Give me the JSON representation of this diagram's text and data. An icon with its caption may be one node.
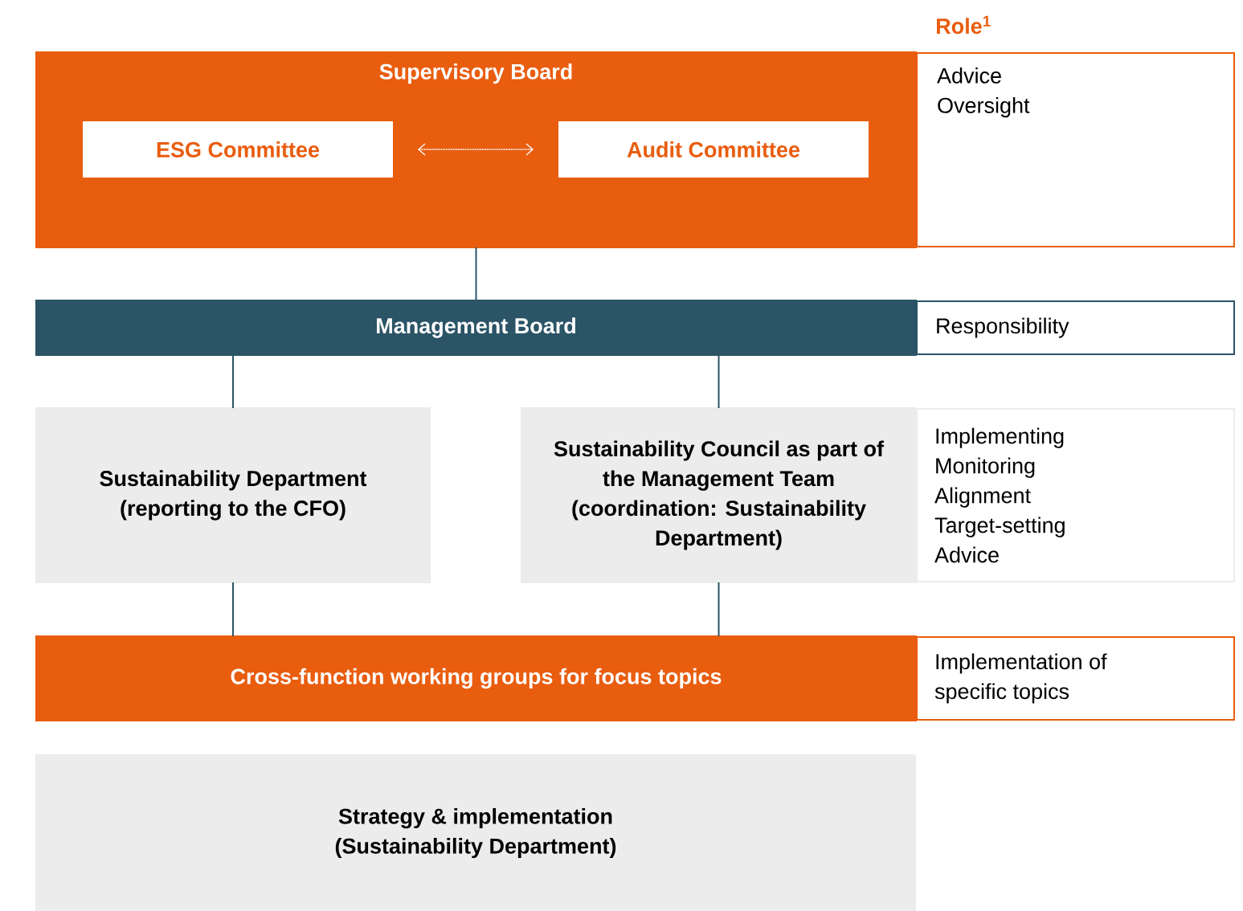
{
  "diagram": {
    "nodes": [
      {
        "text": [
          "Supervisory Board"
        ]
      },
      {
        "text": [
          "ESG Committee"
        ],
        "in": 0
      },
      {
        "text": [
          "Audit Committee"
        ],
        "in": 0
      },
      {
        "text": [
          "Advice",
          "Oversight"
        ]
      },
      {
        "text": [
          "Management Board"
        ]
      },
      {
        "text": [
          "Responsibility"
        ]
      },
      {
        "text": [
          "Sustainability Department (reporting to the CFO)"
        ]
      },
      {
        "text": [
          "Sustainability Council as part of the Management Team (coordination: Sustainability Department)"
        ]
      },
      {
        "text": [
          "Implementing",
          "Monitoring",
          "Alignment",
          "Target-setting",
          "Advice"
        ]
      },
      {
        "text": [
          "Cross-function working groups for focus topics"
        ]
      },
      {
        "text": [
          "Implementation of specific topics"
        ]
      },
      {
        "text": [
          "Strategy & implementation (Sustainability Department)"
        ]
      }
    ],
    "edges": [
      {
        "from": 1,
        "to": 2,
        "arrow": "both",
        "style": "dashed",
        "color": "#ffffff"
      },
      {
        "from": 0,
        "to": 4,
        "arrow": "none"
      },
      {
        "from": 4,
        "to": 6,
        "arrow": "none"
      },
      {
        "from": 4,
        "to": 7,
        "arrow": "none"
      },
      {
        "from": 6,
        "to": 9,
        "arrow": "none"
      },
      {
        "from": 7,
        "to": 9,
        "arrow": "none"
      }
    ],
    "labels": [
      "Role$^{1}$"
    ]
  }
}
